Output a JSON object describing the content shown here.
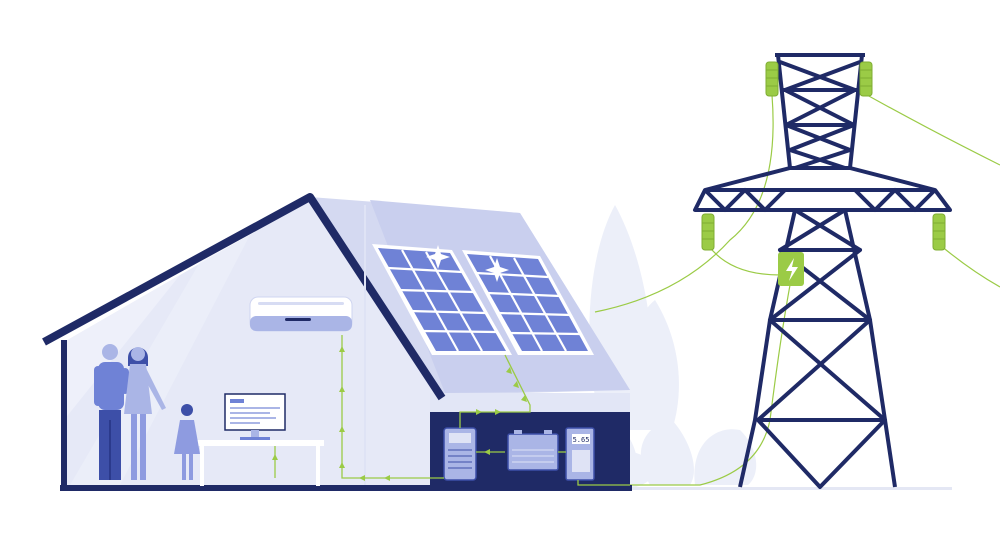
{
  "meter": {
    "reading": "5.65"
  },
  "colors": {
    "navy": "#1f2a66",
    "wall_fill": "#e6e9f7",
    "roof_fill": "#cfd5f0",
    "solar_cell": "#6f82d6",
    "accent_green": "#9bcb46",
    "plant_fill": "#eceff9"
  },
  "icons": [
    "lightning-bolt-icon"
  ],
  "scene": {
    "objects": [
      "house",
      "solar-panels",
      "air-conditioner",
      "computer-monitor",
      "desk",
      "family",
      "battery",
      "inverter",
      "electric-meter",
      "power-transmission-tower",
      "power-lines",
      "bushes"
    ]
  }
}
